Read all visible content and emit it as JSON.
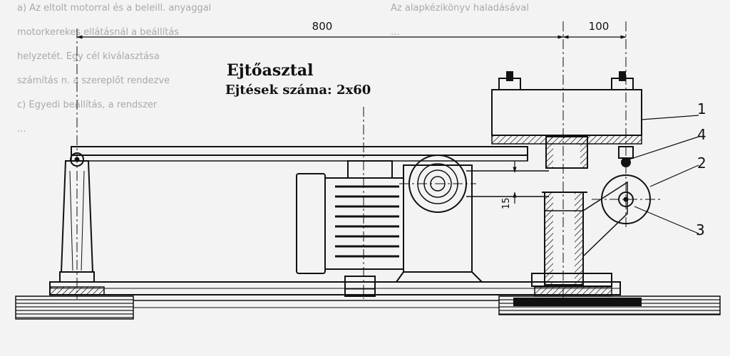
{
  "title": "Ejtőasztal",
  "subtitle": "Ejtések száma: 2x60",
  "dimensions": {
    "overall": "800",
    "offset": "100",
    "stroke": "15"
  },
  "callouts": [
    "1",
    "4",
    "2",
    "3"
  ],
  "background_text": {
    "left": [
      "a)  Az eltolt motorral és a beleill. anyaggal",
      "     motorkerekes ellátásnál a beállítás",
      "     helyzetét. Egy cél kiválasztása",
      "     számítás n. a szereplőt rendezve",
      "c)  Egyedi beállítás, a rendszer",
      "     ..."
    ],
    "right": [
      "Az alapkézikönyv haladásával",
      "..."
    ]
  }
}
